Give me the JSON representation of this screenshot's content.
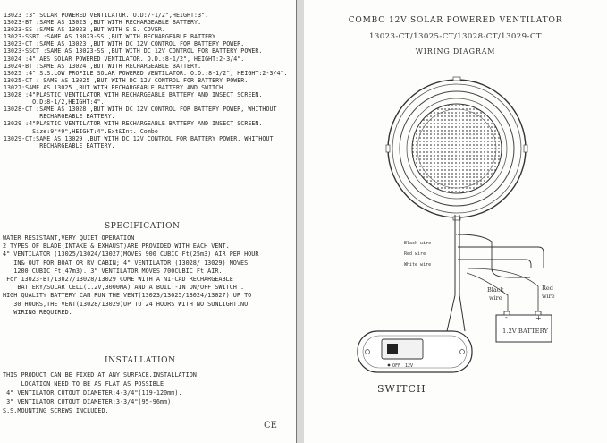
{
  "model_list": [
    "13023 :3\" SOLAR POWERED VENTILATOR. O.D:7-1/2\",HEIGHT:3\".",
    "13023-BT :SAME AS 13023 ,BUT WITH RECHARGEABLE BATTERY.",
    "13023-SS :SAME AS 13023 ,BUT WITH S.S. COVER.",
    "13023-SSBT :SAME AS 13023-SS ,BUT WITH RECHARGEABLE BATTERY.",
    "13023-CT :SAME AS 13023 ,BUT WITH DC 12V CONTROL FOR BATTERY POWER.",
    "13023-SSCT :SAME AS 13023-SS ,BUT WITH DC 12V CONTROL FOR BATTERY POWER.",
    "13024 :4\" ABS SOLAR POWERED VENTILATOR. O.D.:8-1/2\", HEIGHT:2-3/4\".",
    "13024-BT :SAME AS 13024 ,BUT WITH RECHARGEABLE BATTERY.",
    "13025 :4\" S.S.LOW PROFILE SOLAR POWERED VENTILATOR. O.D.:8-1/2\", HEIGHT:2-3/4\".",
    "13025-CT : SAME AS 13025 ,BUT WITH DC 12V CONTROL FOR BATTERY POWER.",
    "13027:SAME AS 13025 ,BUT WITH RECHARGEABLE BATTERY AND SWITCH .",
    "13028 :4\"PLASTIC VENTILATOR WITH RECHARGEABLE BATTERY AND INSECT SCREEN.",
    "        O.D:8-1/2,HEIGHT:4\".",
    "13028-CT :SAME AS 13028 ,BUT WITH DC 12V CONTROL FOR BATTERY POWER, WHITHOUT",
    "          RECHARGEABLE BATTERY.",
    "13029 :4\"PLASTIC VENTILATOR WITH RECHARGEABLE BATTERY AND INSECT SCREEN.",
    "        Size:9\"*9\",HEIGHT:4\".Ext&Int. Combo",
    "13029-CT:SAME AS 13029 ,BUT WITH DC 12V CONTROL FOR BATTERY POWER, WHITHOUT",
    "          RECHARGEABLE BATTERY."
  ],
  "specification": {
    "heading": "SPECIFICATION",
    "lines": [
      "WATER RESISTANT,VERY QUIET OPERATION",
      "2 TYPES OF BLADE(INTAKE & EXHAUST)ARE PROVIDED WITH EACH VENT.",
      "4\" VENTILATOR (13025/13024/13027)MOVES 900 CUBIC Ft(25m3) AIR PER HOUR",
      "   IN& OUT FOR BOAT OR RV CABIN; 4\" VENTILATOR (13028/ 13029) MOVES",
      "   1200 CUBIC Ft(47m3). 3\" VENTILATOR MOVES 700CUBIC Ft AIR.",
      "",
      " For 13023-BT/13027/13028/13029 COME WITH A NI-CAD RECHARGEABLE",
      "    BATTERY/SOLAR CELL(1.2V,3000MA) AND A BUILT-IN ON/OFF SWITCH .",
      "",
      "HIGH QUALITY BATTERY CAN RUN THE VENT(13023/13025/13024/13027) UP TO",
      "   30 HOURS,THE VENT(13028/13029)UP TO 24 HOURS WITH NO SUNLIGHT.NO",
      "   WIRING REQUIRED."
    ]
  },
  "installation": {
    "heading": "INSTALLATION",
    "lines": [
      "THIS PRODUCT CAN BE FIXED AT ANY SURFACE.INSTALLATION",
      "     LOCATION NEED TO BE AS FLAT AS POSSIBLE",
      " 4\" VENTILATOR CUTOUT DIAMETER:4-3/4\"(119-120mm).",
      " 3\" VENTILATOR CUTOUT DIAMETER:3-3/4\"(95-96mm).",
      "S.S.MOUNTING SCREWS INCLUDED."
    ],
    "mark": "CE"
  },
  "wiring": {
    "title_line1": "COMBO 12V SOLAR POWERED VENTILATOR",
    "title_line2": "13023-CT/13025-CT/13028-CT/13029-CT",
    "title_line3": "WIRING DIAGRAM",
    "wire_black": "Black wire",
    "wire_red": "Red wire",
    "wire_white": "White wire",
    "black_wire_a": "Black",
    "black_wire_b": "wire",
    "red_wire_a": "Red",
    "red_wire_b": "wire",
    "battery_label": "1.2V BATTERY",
    "battery_neg": "-",
    "battery_pos": "+",
    "switch_off": "OFF",
    "switch_volt": "12V",
    "switch_label": "SWITCH"
  }
}
